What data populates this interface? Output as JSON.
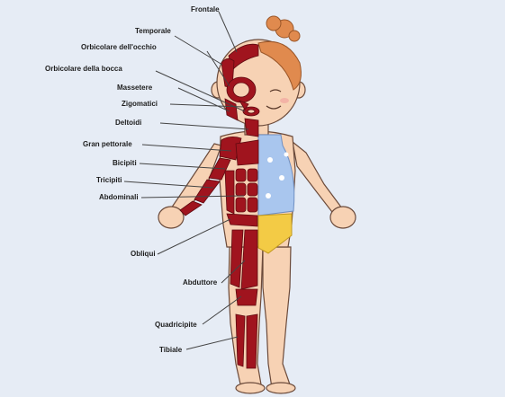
{
  "labels": {
    "frontale": "Frontale",
    "temporale": "Temporale",
    "orbicolare_occhio": "Orbicolare dell'occhio",
    "orbicolare_bocca": "Orbicolare della bocca",
    "massetere": "Massetere",
    "zigomatici": "Zigomatici",
    "deltoidi": "Deltoidi",
    "gran_pettorale": "Gran pettorale",
    "bicipiti": "Bicipiti",
    "tricipiti": "Tricipiti",
    "addominali": "Abdominali",
    "obliqui": "Obliqui",
    "abduttore": "Abduttore",
    "quadricipite": "Quadricipite",
    "tibiale": "Tibiale"
  },
  "colors": {
    "background": "#e6ecf5",
    "skin": "#f7d2b4",
    "muscle": "#a0141e",
    "hair": "#e08a4e",
    "top": "#a9c6ee",
    "shorts": "#f3cb45",
    "leader_line": "#444444"
  }
}
